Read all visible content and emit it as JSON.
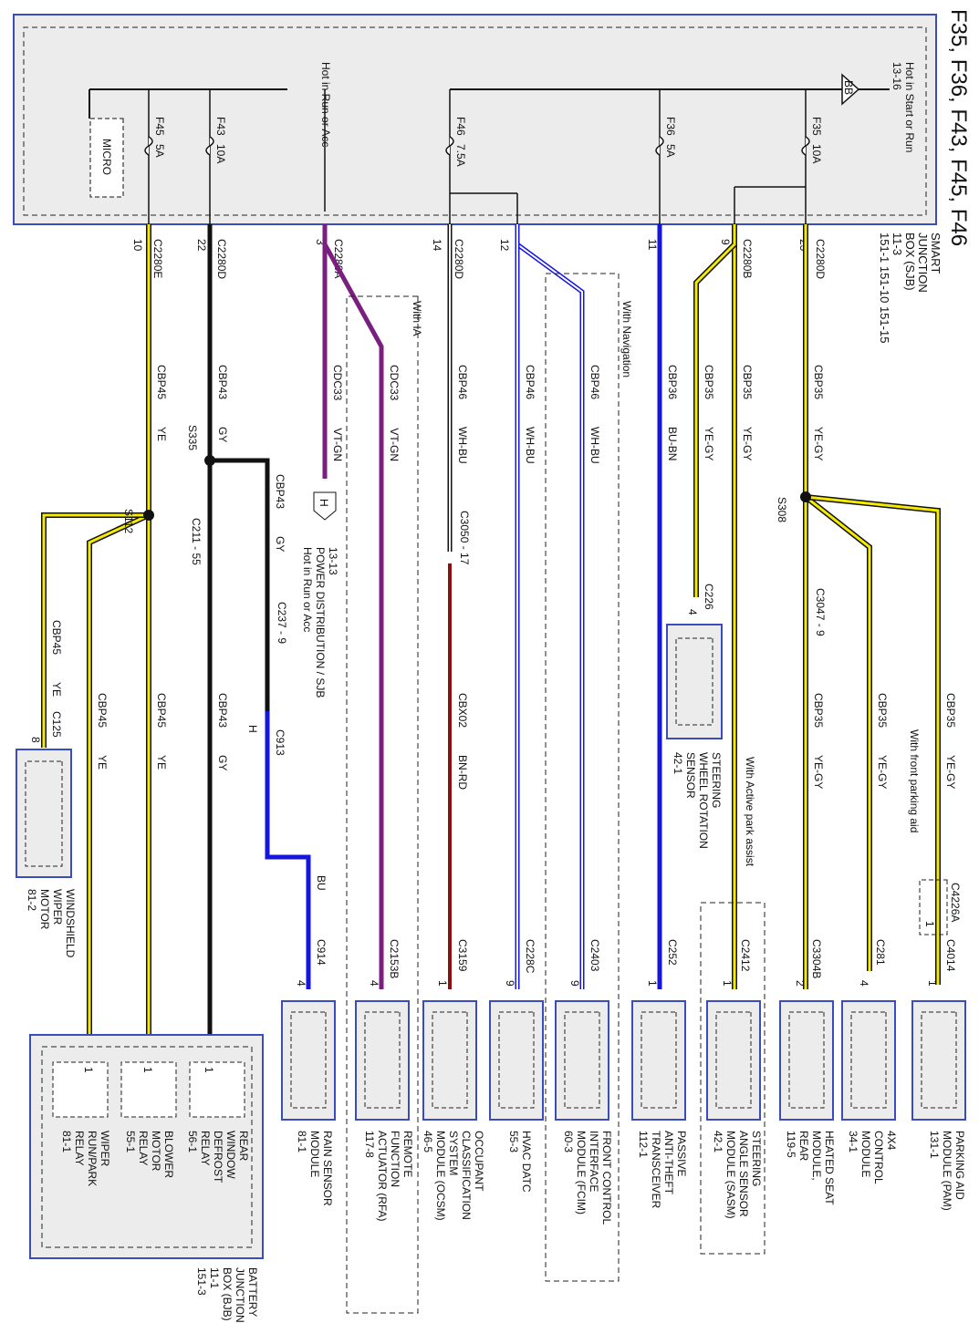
{
  "title": "F35, F36, F43, F45, F46",
  "sjb": {
    "label_lines": [
      "SMART",
      "JUNCTION",
      "BOX (SJB)",
      "11-3",
      "151-1  151-10  151-15"
    ],
    "hot_start_run": [
      "Hot in Start or Run",
      "13-16"
    ],
    "bb_label": "BB",
    "hot_run_acc": "Hot in Run or Acc",
    "micro_label": "MICRO",
    "fuses": [
      {
        "name": "F35",
        "rating": "10A"
      },
      {
        "name": "F36",
        "rating": "5A"
      },
      {
        "name": "F46",
        "rating": "7.5A"
      },
      {
        "name": "F43",
        "rating": "10A"
      },
      {
        "name": "F45",
        "rating": "5A"
      }
    ]
  },
  "pins": [
    {
      "pin": "23",
      "conn": "C2280D"
    },
    {
      "pin": "9",
      "conn": "C2280B"
    },
    {
      "pin": "11",
      "conn": ""
    },
    {
      "pin": "12",
      "conn": ""
    },
    {
      "pin": "14",
      "conn": "C2280D"
    },
    {
      "pin": "3",
      "conn": "C2280A"
    },
    {
      "pin": "22",
      "conn": "C2280D"
    },
    {
      "pin": "10",
      "conn": "C2280E"
    }
  ],
  "circuits": [
    {
      "id": "CBP35",
      "color": "YE-GY"
    },
    {
      "id": "CBP35",
      "color": "YE-GY"
    },
    {
      "id": "CBP35",
      "color": "YE-GY"
    },
    {
      "id": "CBP36",
      "color": "BU-BN"
    },
    {
      "id": "CBP46",
      "color": "WH-BU"
    },
    {
      "id": "CBP46",
      "color": "WH-BU"
    },
    {
      "id": "CBP46",
      "color": "WH-BU"
    },
    {
      "id": "CDC33",
      "color": "VT-GN"
    },
    {
      "id": "CDC33",
      "color": "VT-GN"
    },
    {
      "id": "CBP43",
      "color": "GY"
    },
    {
      "id": "CBP43",
      "color": "GY"
    },
    {
      "id": "CBP45",
      "color": "YE"
    },
    {
      "id": "CBX02",
      "color": "BN-RD"
    },
    {
      "id": "CBP35",
      "color": "YE-GY"
    },
    {
      "id": "CBP35",
      "color": "YE-GY"
    },
    {
      "id": "CBP35",
      "color": "YE-GY"
    },
    {
      "id": "CBP43",
      "color": "GY"
    },
    {
      "id": "CBP45",
      "color": "YE"
    },
    {
      "id": "CBP45",
      "color": "YE"
    },
    {
      "id": "CBP45",
      "color": "YE"
    },
    {
      "id": "BU",
      "color": ""
    }
  ],
  "splices": [
    "S308",
    "S335",
    "S112"
  ],
  "inline": [
    "C3047 - 9",
    "C3050 - 17",
    "C211 - 55",
    "C237 - 9"
  ],
  "options": {
    "with_ia": "With IA",
    "with_nav": "With Navigation",
    "with_active_park": "With Active park assist",
    "with_front_park": "With front parking aid"
  },
  "power_dist": {
    "ref": "13-13",
    "label": "POWER DISTRIBUTION / SJB",
    "sub": "Hot in Run or Acc",
    "tag": "H"
  },
  "rain_path": {
    "c913": "C913",
    "h": "H"
  },
  "steer_rot": {
    "conn": "C226",
    "pin": "4",
    "label": [
      "STEERING",
      "WHEEL ROTATION",
      "SENSOR",
      "42-1"
    ]
  },
  "wiper_motor": {
    "conn": "C125",
    "pin": "8",
    "label": [
      "WINDSHIELD",
      "WIPER",
      "MOTOR",
      "81-2"
    ]
  },
  "modules": [
    {
      "conn": "C4014",
      "pin": "1",
      "label": [
        "PARKING AID",
        "MODULE (PAM)",
        "131-1"
      ]
    },
    {
      "conn": "C281",
      "pin": "4",
      "label": [
        "4X4",
        "CONTROL",
        "MODULE",
        "34-1"
      ]
    },
    {
      "conn": "C3304B",
      "pin": "2",
      "label": [
        "HEATED SEAT",
        "MODULE,",
        "REAR",
        "119-5"
      ]
    },
    {
      "conn": "C2412",
      "pin": "1",
      "label": [
        "STEERING",
        "ANGLE SENSOR",
        "MODULE (SASM)",
        "42-1"
      ]
    },
    {
      "conn": "C252",
      "pin": "1",
      "label": [
        "PASSIVE",
        "ANTI-THEFT",
        "TRANSCEIVER",
        "112-1"
      ]
    },
    {
      "conn": "C2403",
      "pin": "9",
      "label": [
        "FRONT CONTROL",
        "INTERFACE",
        "MODULE (FCIM)",
        "60-3"
      ]
    },
    {
      "conn": "C228C",
      "pin": "9",
      "label": [
        "HVAC DATC",
        "55-3"
      ]
    },
    {
      "conn": "C3159",
      "pin": "1",
      "label": [
        "OCCUPANT",
        "CLASSIFICATION",
        "SYSTEM",
        "MODULE (OCSM)",
        "46-5"
      ]
    },
    {
      "conn": "C2153B",
      "pin": "4",
      "label": [
        "REMOTE",
        "FUNCTION",
        "ACTUATOR (RFA)",
        "117-8"
      ]
    },
    {
      "conn": "C914",
      "pin": "4",
      "label": [
        "RAIN SENSOR",
        "MODULE",
        "81-1"
      ]
    }
  ],
  "bjb": {
    "relays": [
      {
        "pin": "1",
        "label": [
          "REAR",
          "WINDOW",
          "DEFROST",
          "RELAY",
          "56-1"
        ]
      },
      {
        "pin": "1",
        "label": [
          "BLOWER",
          "MOTOR",
          "RELAY",
          "55-1"
        ]
      },
      {
        "pin": "1",
        "label": [
          "WIPER",
          "RUN/PARK",
          "RELAY",
          "81-1"
        ]
      }
    ],
    "label": [
      "BATTERY",
      "JUNCTION",
      "BOX (BJB)",
      "11-1",
      "151-3"
    ]
  },
  "pam_inline": {
    "conn": "C4226A",
    "pin": "1"
  },
  "colors": {
    "yellow": "#f5eb00",
    "blue": "#1515e0",
    "violet": "#7a1f80",
    "black": "#111111",
    "red": "#8b1010",
    "box_border": "#3b4cc0",
    "box_fill": "#ececec"
  }
}
